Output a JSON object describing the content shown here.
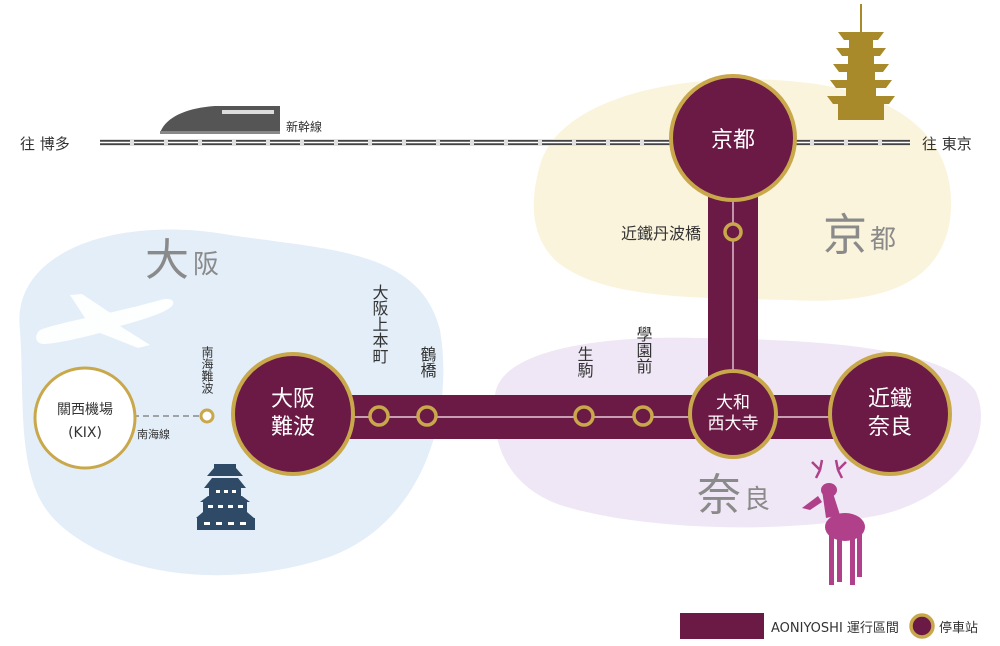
{
  "shinkansen": {
    "left_label": "往 博多",
    "right_label": "往 東京",
    "line_label": "新幹線"
  },
  "regions": {
    "osaka_big": "大",
    "osaka_small": "阪",
    "kyoto_big": "京",
    "kyoto_small": "都",
    "nara_big": "奈",
    "nara_small": "良"
  },
  "stations": {
    "kyoto": "京都",
    "tanbabashi": "近鐵丹波橋",
    "namba_1": "大阪",
    "namba_2": "難波",
    "uehonmachi": "大阪上本町",
    "tsuruhashi": "鶴橋",
    "ikoma": "生駒",
    "gakuenmae": "學園前",
    "saidaiji_1": "大和",
    "saidaiji_2": "西大寺",
    "nara_1": "近鐵",
    "nara_2": "奈良",
    "nankai_namba": "南海難波",
    "kix_1": "關西機場",
    "kix_2": "(KIX)",
    "nankai_line": "南海線"
  },
  "legend": {
    "service": "AONIYOSHI 運行區間",
    "stop": "停車站"
  },
  "colors": {
    "line": "#6b1a45",
    "gold": "#c9a84c",
    "osaka_bg": "#e3eef8",
    "kyoto_bg": "#fbf4dc",
    "nara_bg": "#efe7f5"
  }
}
